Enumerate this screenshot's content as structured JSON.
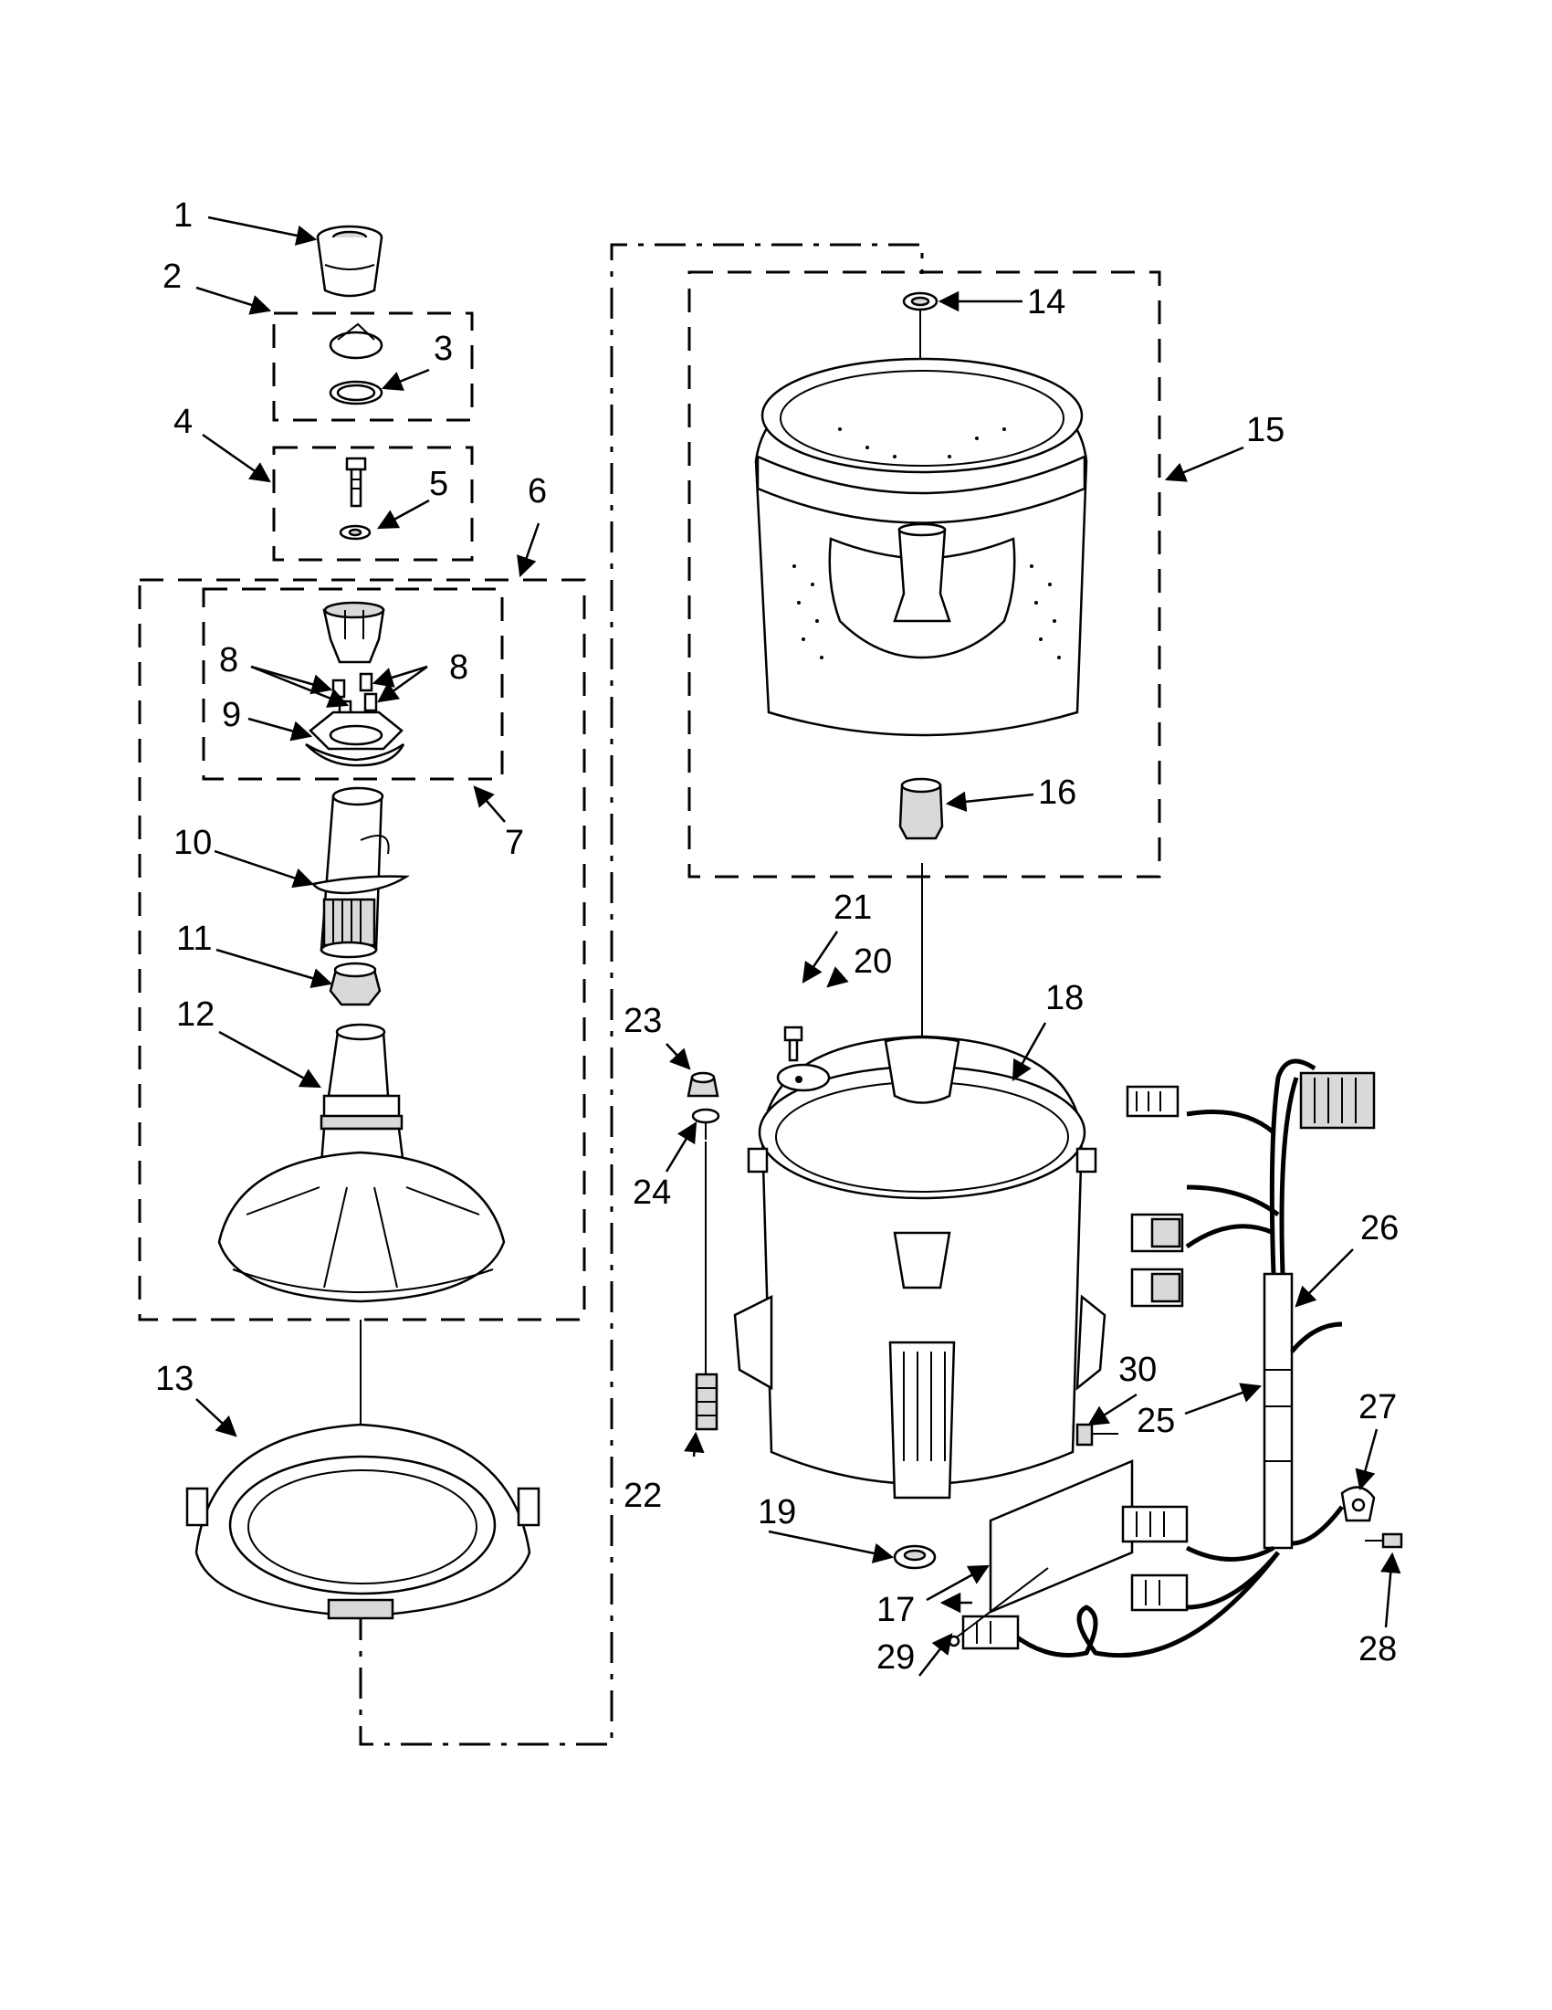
{
  "callouts": [
    {
      "id": "c1",
      "text": "1"
    },
    {
      "id": "c2",
      "text": "2"
    },
    {
      "id": "c3",
      "text": "3"
    },
    {
      "id": "c4",
      "text": "4"
    },
    {
      "id": "c5",
      "text": "5"
    },
    {
      "id": "c6",
      "text": "6"
    },
    {
      "id": "c7",
      "text": "7"
    },
    {
      "id": "c8a",
      "text": "8"
    },
    {
      "id": "c8b",
      "text": "8"
    },
    {
      "id": "c9",
      "text": "9"
    },
    {
      "id": "c10",
      "text": "10"
    },
    {
      "id": "c11",
      "text": "11"
    },
    {
      "id": "c12",
      "text": "12"
    },
    {
      "id": "c13",
      "text": "13"
    },
    {
      "id": "c14",
      "text": "14"
    },
    {
      "id": "c15",
      "text": "15"
    },
    {
      "id": "c16",
      "text": "16"
    },
    {
      "id": "c17",
      "text": "17"
    },
    {
      "id": "c18",
      "text": "18"
    },
    {
      "id": "c19",
      "text": "19"
    },
    {
      "id": "c20",
      "text": "20"
    },
    {
      "id": "c21",
      "text": "21"
    },
    {
      "id": "c22",
      "text": "22"
    },
    {
      "id": "c23",
      "text": "23"
    },
    {
      "id": "c24",
      "text": "24"
    },
    {
      "id": "c25",
      "text": "25"
    },
    {
      "id": "c26",
      "text": "26"
    },
    {
      "id": "c27",
      "text": "27"
    },
    {
      "id": "c28",
      "text": "28"
    },
    {
      "id": "c29",
      "text": "29"
    },
    {
      "id": "c30",
      "text": "30"
    }
  ]
}
